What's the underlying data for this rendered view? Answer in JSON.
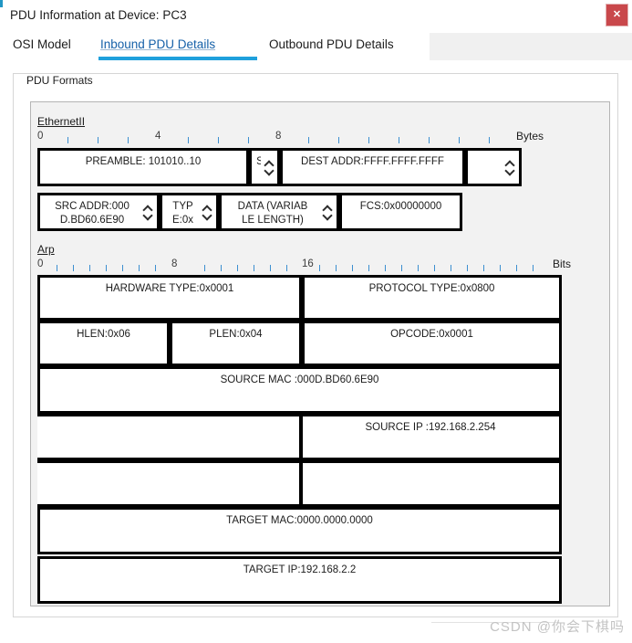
{
  "window": {
    "title": "PDU Information at Device: PC3",
    "close_label": "✕"
  },
  "tabs": [
    {
      "label": "OSI Model",
      "selected": false
    },
    {
      "label": "Inbound PDU Details",
      "selected": true
    },
    {
      "label": "Outbound PDU Details",
      "selected": false
    }
  ],
  "group": {
    "label": "PDU Formats"
  },
  "ethernet": {
    "title": "EthernetII",
    "ruler": {
      "labels": [
        "0",
        "4",
        "8"
      ],
      "unit": "Bytes"
    },
    "row1": {
      "preamble": "PREAMBLE: 101010..10",
      "sfd": "S",
      "dest_addr": "DEST ADDR:FFFF.FFFF.FFFF"
    },
    "row2": {
      "src_addr": "SRC ADDR:000\nD.BD60.6E90",
      "type": "TYP\nE:0x",
      "data": "DATA (VARIAB\nLE LENGTH)",
      "fcs": "FCS:0x00000000"
    }
  },
  "arp": {
    "title": "Arp",
    "ruler": {
      "labels": [
        "0",
        "8",
        "16"
      ],
      "unit": "Bits"
    },
    "rows": [
      {
        "cells": [
          {
            "text": "HARDWARE TYPE:0x0001"
          },
          {
            "text": "PROTOCOL TYPE:0x0800"
          }
        ]
      },
      {
        "cells": [
          {
            "text": "HLEN:0x06"
          },
          {
            "text": "PLEN:0x04"
          },
          {
            "text": "OPCODE:0x0001"
          }
        ]
      },
      {
        "cells": [
          {
            "text": "SOURCE MAC :000D.BD60.6E90"
          }
        ]
      },
      {
        "cells": [
          {
            "text": ""
          },
          {
            "text": "SOURCE IP :192.168.2.254"
          }
        ]
      },
      {
        "cells": [
          {
            "text": ""
          },
          {
            "text": ""
          }
        ]
      },
      {
        "cells": [
          {
            "text": "TARGET MAC:0000.0000.0000"
          }
        ]
      },
      {
        "cells": [
          {
            "text": "TARGET IP:192.168.2.2"
          }
        ]
      }
    ]
  },
  "watermark": {
    "text": "CSDN @你会下棋吗"
  },
  "colors": {
    "accent": "#1fa0dc",
    "tab_selected": "#1560a8",
    "close_button": "#c9484b",
    "tick": "#3c8fd0",
    "panel": "#f2f2f2"
  }
}
